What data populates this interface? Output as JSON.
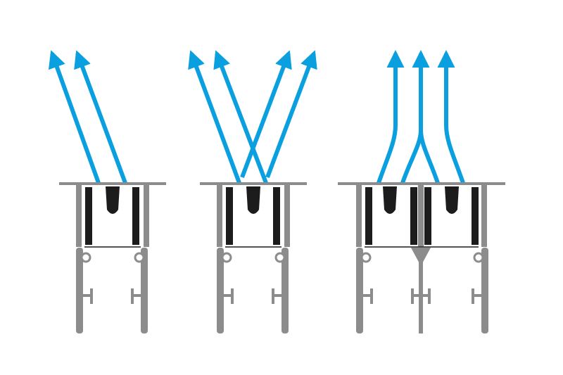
{
  "diagram": {
    "colors": {
      "airflow": "#0aa0df",
      "profile": "#8c8c8c",
      "profile_light": "#a9a9a9",
      "blade": "#1c1c1c",
      "background": "#ffffff"
    },
    "units": [
      {
        "id": "single-slot-angled",
        "airflow": "deflected-left",
        "slots": 1
      },
      {
        "id": "single-slot-crossflow",
        "airflow": "deflected-both-sides",
        "slots": 1
      },
      {
        "id": "double-slot-vertical",
        "airflow": "vertical",
        "slots": 2
      }
    ]
  }
}
